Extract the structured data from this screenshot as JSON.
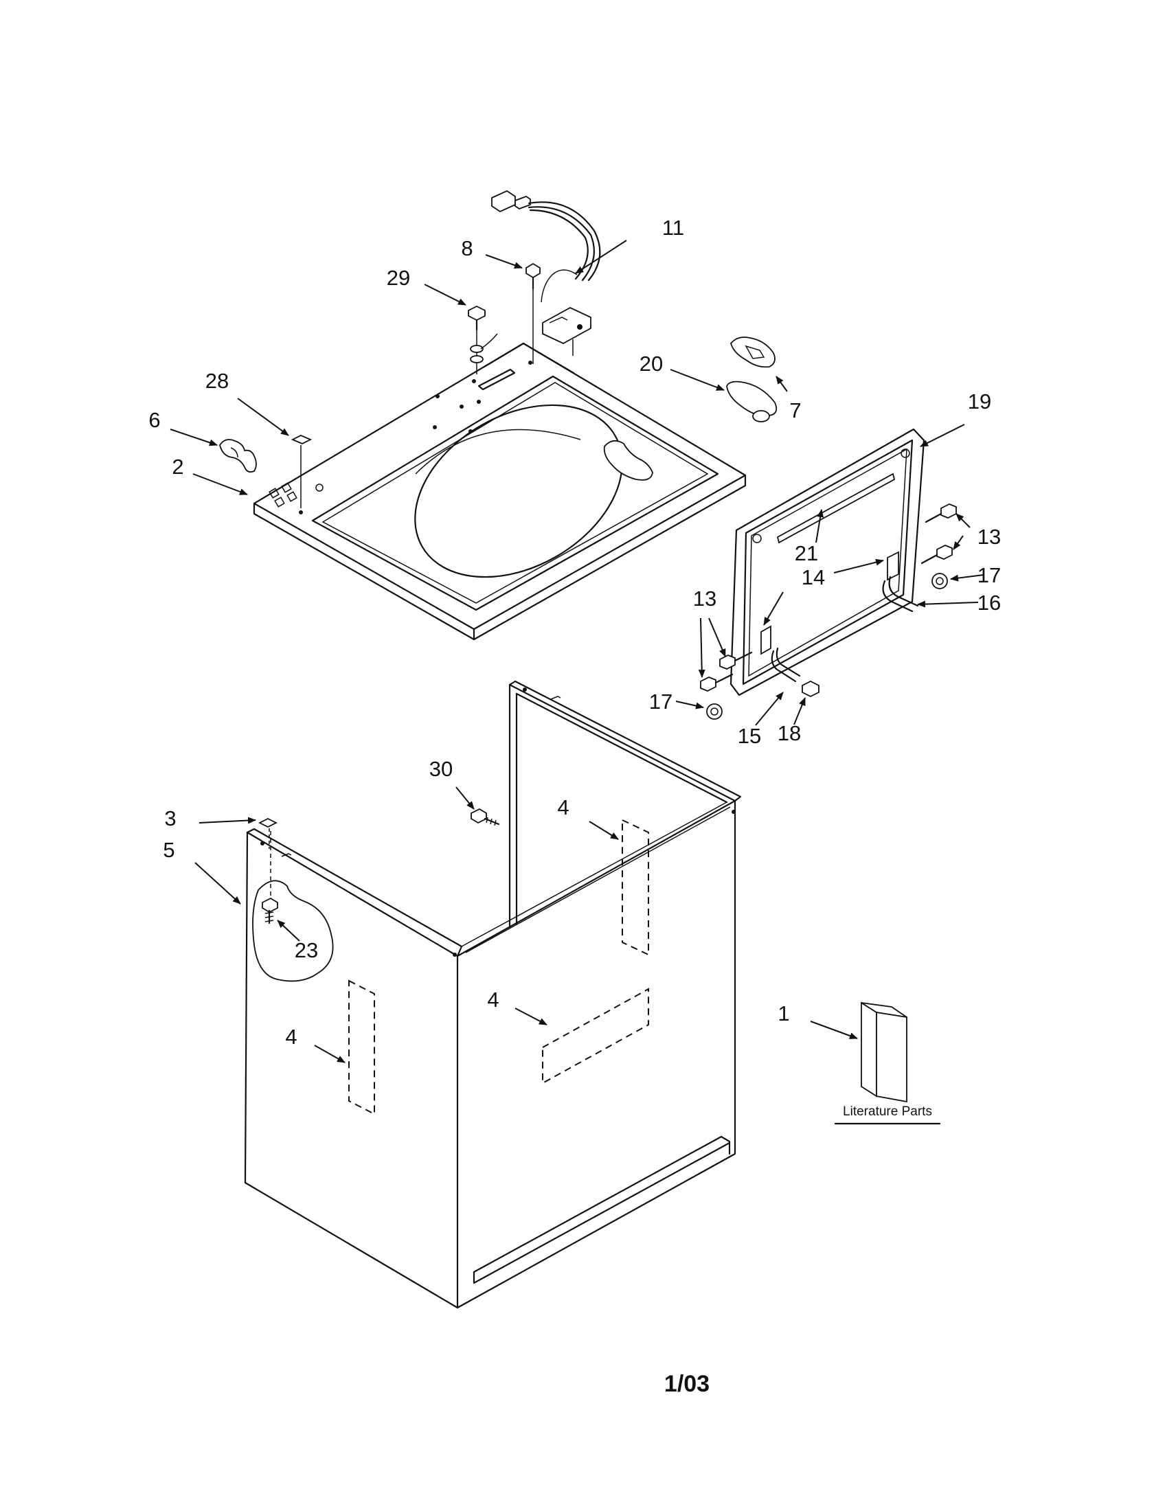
{
  "callouts": {
    "c1": "1",
    "c2": "2",
    "c3": "3",
    "c4a": "4",
    "c4b": "4",
    "c4c": "4",
    "c5": "5",
    "c6": "6",
    "c7": "7",
    "c8": "8",
    "c11": "11",
    "c13a": "13",
    "c13b": "13",
    "c14": "14",
    "c15": "15",
    "c16": "16",
    "c17a": "17",
    "c17b": "17",
    "c18": "18",
    "c19": "19",
    "c20": "20",
    "c21": "21",
    "c23": "23",
    "c28": "28",
    "c29": "29",
    "c30": "30"
  },
  "literature_label": "Literature Parts",
  "page_code": "1/03"
}
